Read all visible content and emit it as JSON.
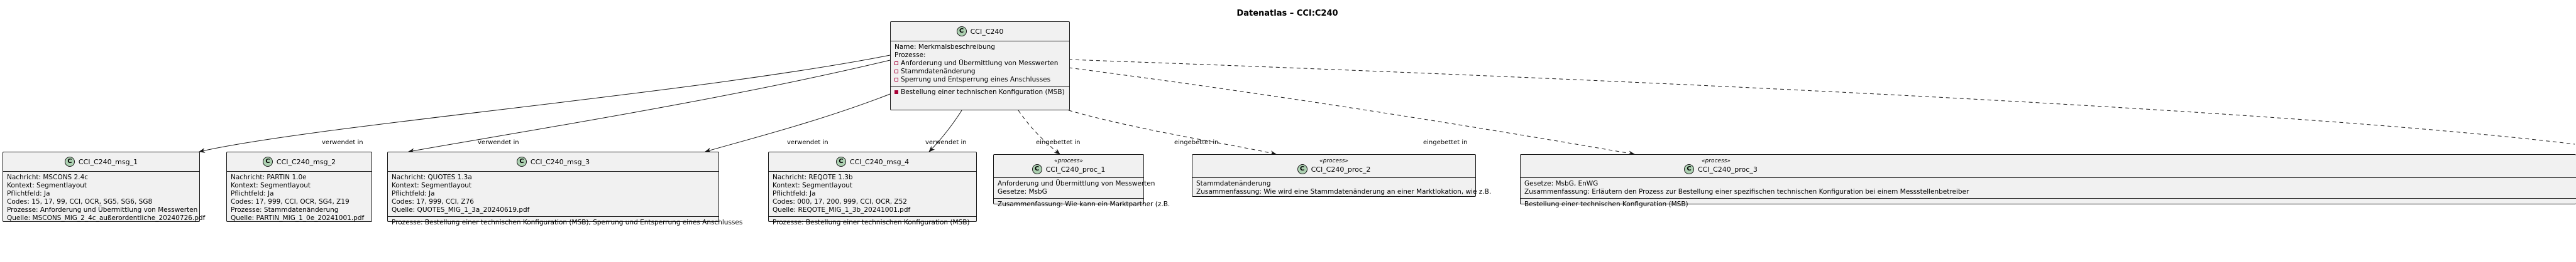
{
  "diagram": {
    "title": "Datenatlas – CCI:C240"
  },
  "nodes": {
    "center": {
      "name": "CCI_C240",
      "icon": "class-icon",
      "letter": "C",
      "attrs": [
        "Name: Merkmalsbeschreibung",
        "Prozesse:"
      ],
      "bullets": [
        "Anforderung und Übermittlung von Messwerten",
        "Stammdatenänderung",
        "Sperrung und Entsperrung eines Anschlusses"
      ],
      "methods": [
        "Bestellung einer technischen Konfiguration (MSB)"
      ]
    },
    "msg_1": {
      "name": "CCI_C240_msg_1",
      "letter": "C",
      "lines": [
        "Nachricht: MSCONS 2.4c",
        "Kontext: Segmentlayout",
        "Pflichtfeld: Ja",
        "Codes: 15, 17, 99, CCI, OCR, SG5, SG6, SG8",
        "Prozesse: Anforderung und Übermittlung von Messwerten",
        "Quelle: MSCONS_MIG_2_4c_außerordentliche_20240726.pdf"
      ]
    },
    "msg_2": {
      "name": "CCI_C240_msg_2",
      "letter": "C",
      "lines": [
        "Nachricht: PARTIN 1.0e",
        "Kontext: Segmentlayout",
        "Pflichtfeld: Ja",
        "Codes: 17, 999, CCI, OCR, SG4, Z19",
        "Prozesse: Stammdatenänderung",
        "Quelle: PARTIN_MIG_1_0e_20241001.pdf"
      ]
    },
    "msg_3": {
      "name": "CCI_C240_msg_3",
      "letter": "C",
      "lines": [
        "Nachricht: QUOTES 1.3a",
        "Kontext: Segmentlayout",
        "Pflichtfeld: Ja",
        "Codes: 17, 999, CCI, Z76",
        "Quelle: QUOTES_MIG_1_3a_20240619.pdf"
      ],
      "methods": [
        "Prozesse: Bestellung einer technischen Konfiguration (MSB), Sperrung und Entsperrung eines Anschlusses"
      ]
    },
    "msg_4": {
      "name": "CCI_C240_msg_4",
      "letter": "C",
      "lines": [
        "Nachricht: REQOTE 1.3b",
        "Kontext: Segmentlayout",
        "Pflichtfeld: Ja",
        "Codes: 000, 17, 200, 999, CCI, OCR, Z52",
        "Quelle: REQOTE_MIG_1_3b_20241001.pdf"
      ],
      "methods": [
        "Prozesse: Bestellung einer technischen Konfiguration (MSB)"
      ]
    },
    "proc_1": {
      "name": "CCI_C240_proc_1",
      "stereotype": "«process»",
      "letter": "C",
      "lines": [
        "Anforderung und Übermittlung von Messwerten",
        "Gesetze: MsbG"
      ],
      "methods": [
        "Zusammenfassung: Wie kann ein Marktpartner (z.B."
      ]
    },
    "proc_2": {
      "name": "CCI_C240_proc_2",
      "stereotype": "«process»",
      "letter": "C",
      "lines": [
        "Stammdatenänderung",
        "Zusammenfassung: Wie wird eine Stammdatenänderung an einer Marktlokation, wie z.B."
      ]
    },
    "proc_3": {
      "name": "CCI_C240_proc_3",
      "stereotype": "«process»",
      "letter": "C",
      "lines": [
        "Gesetze: MsbG, EnWG",
        "Zusammenfassung: Erläutern den Prozess zur Bestellung einer spezifischen technischen Konfiguration bei einem Messstellenbetreiber"
      ],
      "methods": [
        "Bestellung einer technischen Konfiguration (MSB)"
      ]
    }
  },
  "edges": {
    "msg_1": "verwendet in",
    "msg_2": "verwendet in",
    "msg_3": "verwendet in",
    "msg_4": "verwendet in",
    "proc_1": "eingebettet in",
    "proc_2": "eingebettet in",
    "proc_3": "eingebettet in"
  }
}
